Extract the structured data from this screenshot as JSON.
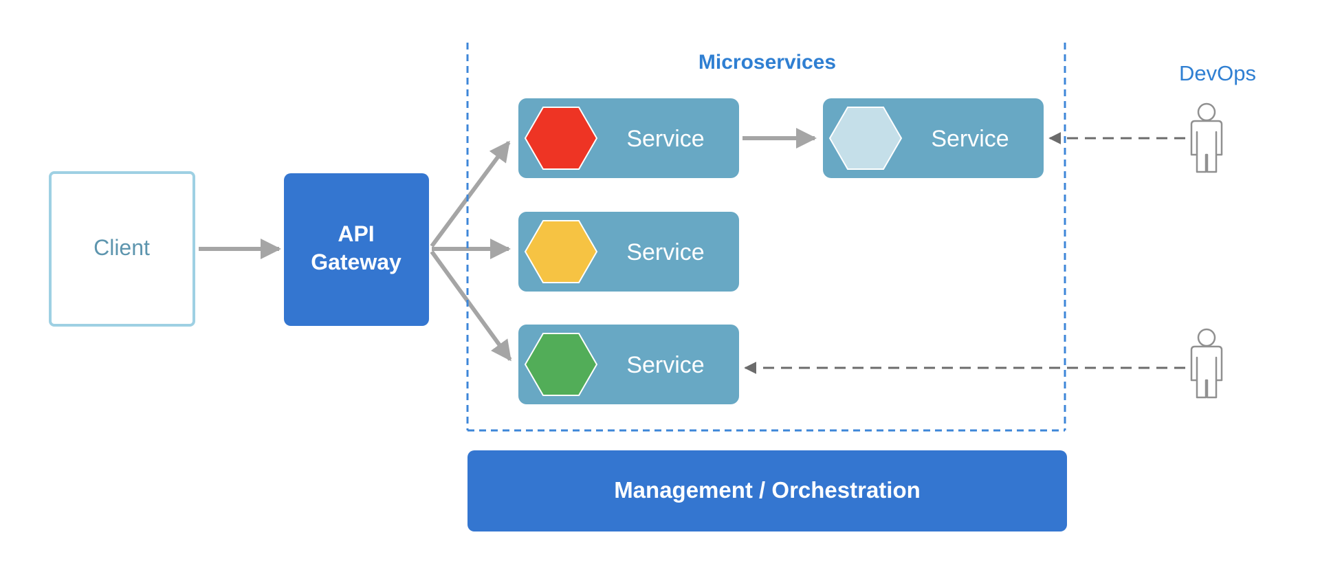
{
  "diagram": {
    "client": {
      "label": "Client"
    },
    "gateway": {
      "line1": "API",
      "line2": "Gateway"
    },
    "microservices": {
      "title": "Microservices",
      "services": [
        {
          "label": "Service",
          "hex_color": "#ee3424"
        },
        {
          "label": "Service",
          "hex_color": "#f6c343"
        },
        {
          "label": "Service",
          "hex_color": "#52ad58"
        },
        {
          "label": "Service",
          "hex_color": "#c5dfe9"
        }
      ]
    },
    "devops": {
      "label": "DevOps"
    },
    "management": {
      "label": "Management / Orchestration"
    }
  },
  "colors": {
    "primary_blue": "#3476d0",
    "service_teal": "#68a8c4",
    "client_border": "#9ed0e3",
    "client_text": "#5d95ae",
    "dashed_blue": "#3d86d8",
    "arrow_gray": "#a5a5a5",
    "person_gray": "#909090"
  }
}
